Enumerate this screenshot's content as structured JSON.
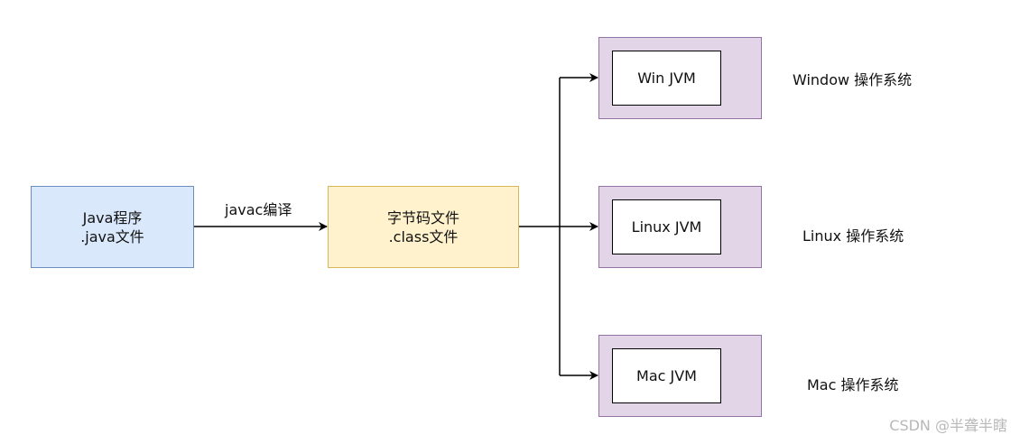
{
  "nodes": {
    "source": {
      "line1": "Java程序",
      "line2": ".java文件"
    },
    "bytecode": {
      "line1": "字节码文件",
      "line2": ".class文件"
    },
    "targets": [
      {
        "jvm": "Win JVM",
        "os": "Window 操作系统"
      },
      {
        "jvm": "Linux JVM",
        "os": "Linux 操作系统"
      },
      {
        "jvm": "Mac JVM",
        "os": "Mac 操作系统"
      }
    ]
  },
  "edges": {
    "compile_label": "javac编译"
  },
  "colors": {
    "source_fill": "#dae8fc",
    "source_stroke": "#6c8ebf",
    "bytecode_fill": "#fff2cc",
    "bytecode_stroke": "#d6b656",
    "os_fill": "#e1d5e7",
    "os_stroke": "#9673a6",
    "jvm_fill": "#ffffff",
    "connector": "#000000"
  },
  "watermark": "CSDN @半聋半瞎"
}
